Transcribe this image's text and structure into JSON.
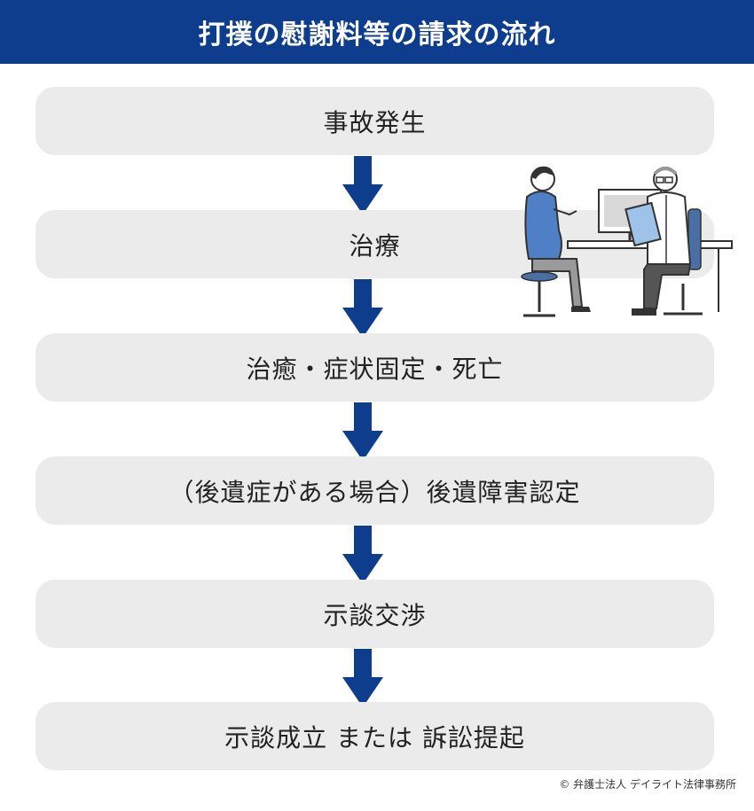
{
  "colors": {
    "header_bg": "#0d3d8c",
    "step_bg": "#ebebeb",
    "arrow": "#0d3d8c"
  },
  "header": {
    "title": "打撲の慰謝料等の請求の流れ"
  },
  "steps": [
    {
      "label": "事故発生"
    },
    {
      "label": "治療"
    },
    {
      "label": "治癒・症状固定・死亡"
    },
    {
      "label": "（後遺症がある場合）後遺障害認定"
    },
    {
      "label": "示談交渉"
    },
    {
      "label": "示談成立 または 訴訟提起"
    }
  ],
  "illustration": {
    "icon": "doctor-consultation-icon"
  },
  "footer": {
    "copyright": "© 弁護士法人 デイライト法律事務所"
  }
}
